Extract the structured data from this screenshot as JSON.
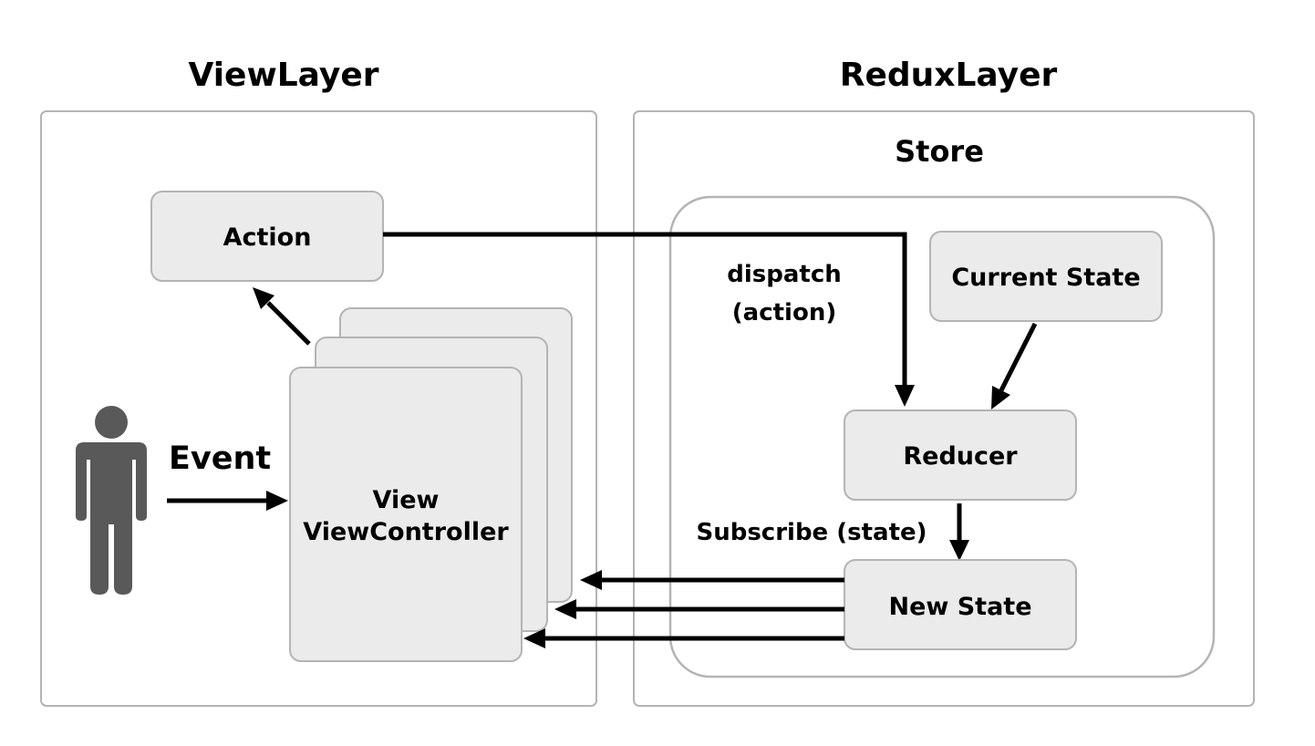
{
  "view_layer": {
    "title": "ViewLayer",
    "action_label": "Action",
    "view_label_line1": "View",
    "view_label_line2": "ViewController",
    "event_label": "Event"
  },
  "redux_layer": {
    "title": "ReduxLayer",
    "store_label": "Store",
    "current_state_label": "Current State",
    "reducer_label": "Reducer",
    "new_state_label": "New State",
    "dispatch_label_line1": "dispatch",
    "dispatch_label_line2": "(action)",
    "subscribe_label": "Subscribe (state)"
  },
  "colors": {
    "box_fill": "#ebebeb",
    "box_border": "#b4b4b4",
    "person": "#595959",
    "arrow": "#000000"
  },
  "icons": {
    "user": "person-icon"
  }
}
